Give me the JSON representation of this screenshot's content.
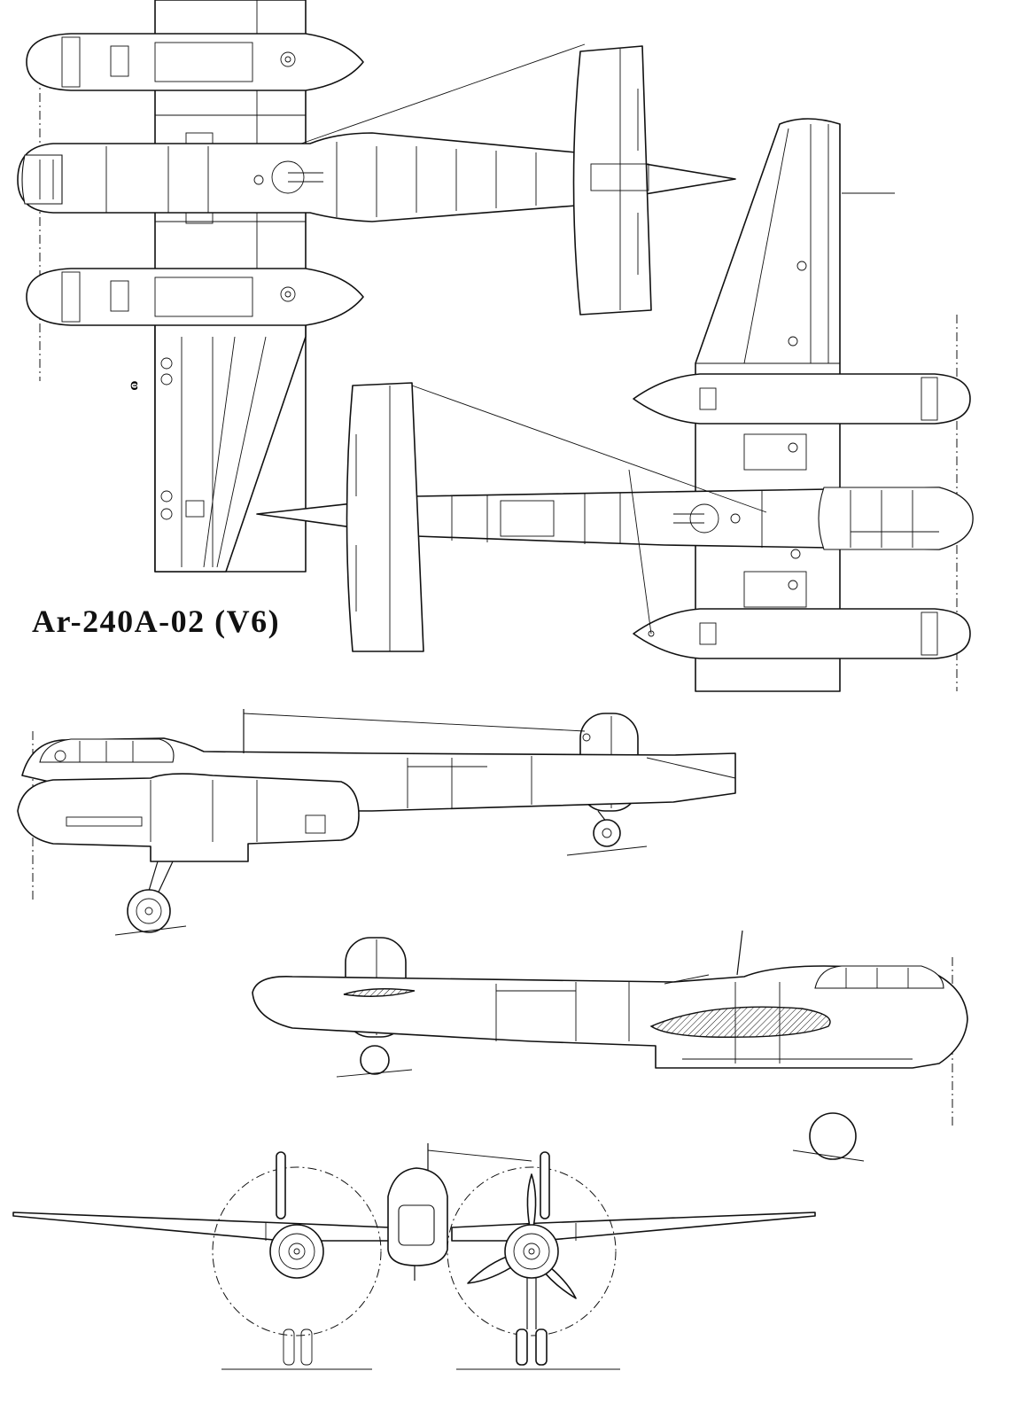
{
  "drawing": {
    "title": "Ar-240A-02 (V6)",
    "views": [
      "top-view",
      "underside-view",
      "port-side-view",
      "starboard-side-view",
      "front-view"
    ],
    "line_color": "#111111",
    "paper_color": "#ffffff"
  }
}
